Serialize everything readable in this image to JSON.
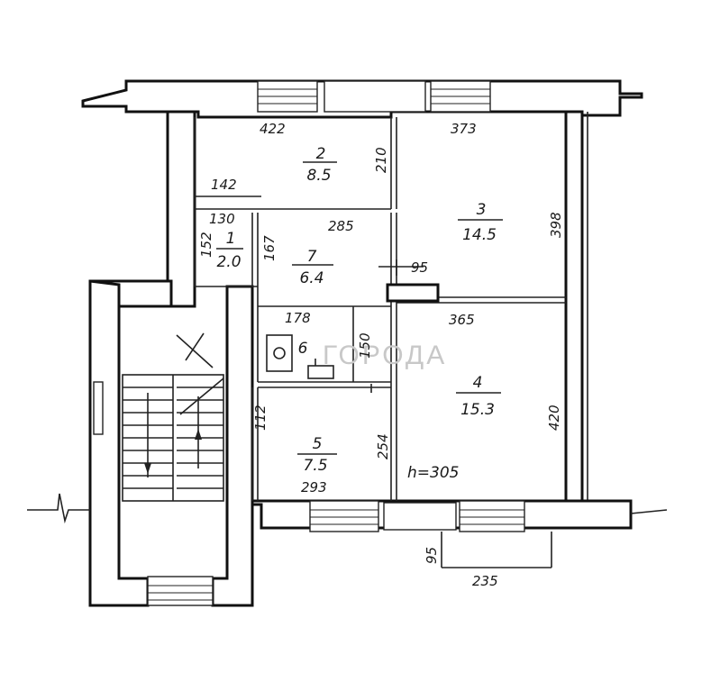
{
  "watermark": "ГОРОДА",
  "ceiling_height": "h=305",
  "rooms": [
    {
      "number": "1",
      "area": "2.0"
    },
    {
      "number": "2",
      "area": "8.5"
    },
    {
      "number": "3",
      "area": "14.5"
    },
    {
      "number": "4",
      "area": "15.3"
    },
    {
      "number": "5",
      "area": "7.5"
    },
    {
      "number": "6",
      "area": ""
    },
    {
      "number": "7",
      "area": "6.4"
    }
  ],
  "dimensions": {
    "room2_width": "422",
    "room2_depth": "210",
    "room2_partition": "142",
    "room1_width": "130",
    "room1_depth": "152",
    "room7_width": "285",
    "room7_depth": "167",
    "room3_width": "373",
    "room3_depth": "398",
    "wall_offset": "95",
    "room4_width": "365",
    "room4_depth": "420",
    "bath_width": "178",
    "bath_depth": "150",
    "room5_side": "112",
    "room5_depth": "254",
    "room5_width": "293",
    "balcony_depth": "95",
    "balcony_width": "235"
  }
}
